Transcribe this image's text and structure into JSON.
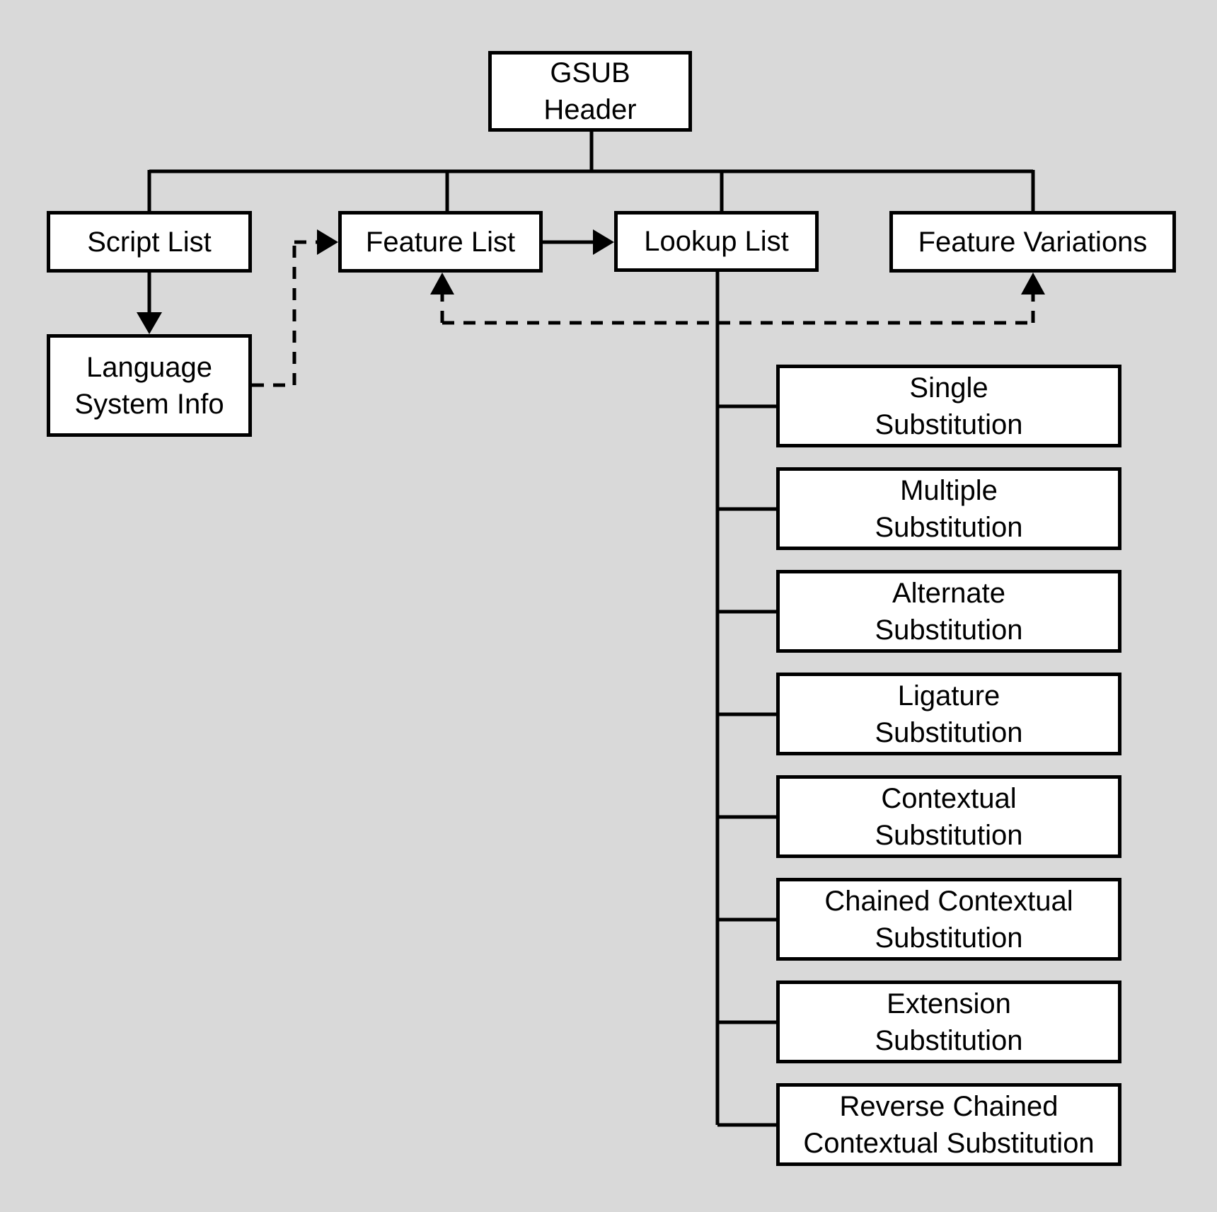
{
  "canvas": {
    "background_color": "#d9d9d9",
    "node_fill_color": "#ffffff",
    "line_color": "#000000"
  },
  "nodes": {
    "gsub_header": {
      "label": "GSUB\nHeader"
    },
    "script_list": {
      "label": "Script List"
    },
    "feature_list": {
      "label": "Feature List"
    },
    "lookup_list": {
      "label": "Lookup List"
    },
    "feature_variations": {
      "label": "Feature Variations"
    },
    "language_system_info": {
      "label": "Language\nSystem Info"
    },
    "lookup_subtypes": [
      {
        "label": "Single\nSubstitution"
      },
      {
        "label": "Multiple\nSubstitution"
      },
      {
        "label": "Alternate\nSubstitution"
      },
      {
        "label": "Ligature\nSubstitution"
      },
      {
        "label": "Contextual\nSubstitution"
      },
      {
        "label": "Chained Contextual\nSubstitution"
      },
      {
        "label": "Extension\nSubstitution"
      },
      {
        "label": "Reverse Chained\nContextual Substitution"
      }
    ]
  },
  "edges": [
    {
      "from": "gsub_header",
      "to": "script_list",
      "style": "solid"
    },
    {
      "from": "gsub_header",
      "to": "feature_list",
      "style": "solid"
    },
    {
      "from": "gsub_header",
      "to": "lookup_list",
      "style": "solid"
    },
    {
      "from": "gsub_header",
      "to": "feature_variations",
      "style": "solid"
    },
    {
      "from": "script_list",
      "to": "language_system_info",
      "style": "solid-arrow"
    },
    {
      "from": "feature_list",
      "to": "lookup_list",
      "style": "solid-arrow"
    },
    {
      "from": "language_system_info",
      "to": "feature_list",
      "style": "dashed-arrow"
    },
    {
      "between": [
        "feature_list",
        "feature_variations"
      ],
      "style": "dashed-double-arrow"
    },
    {
      "from": "lookup_list",
      "to": "lookup_subtypes",
      "style": "solid-tree"
    }
  ]
}
